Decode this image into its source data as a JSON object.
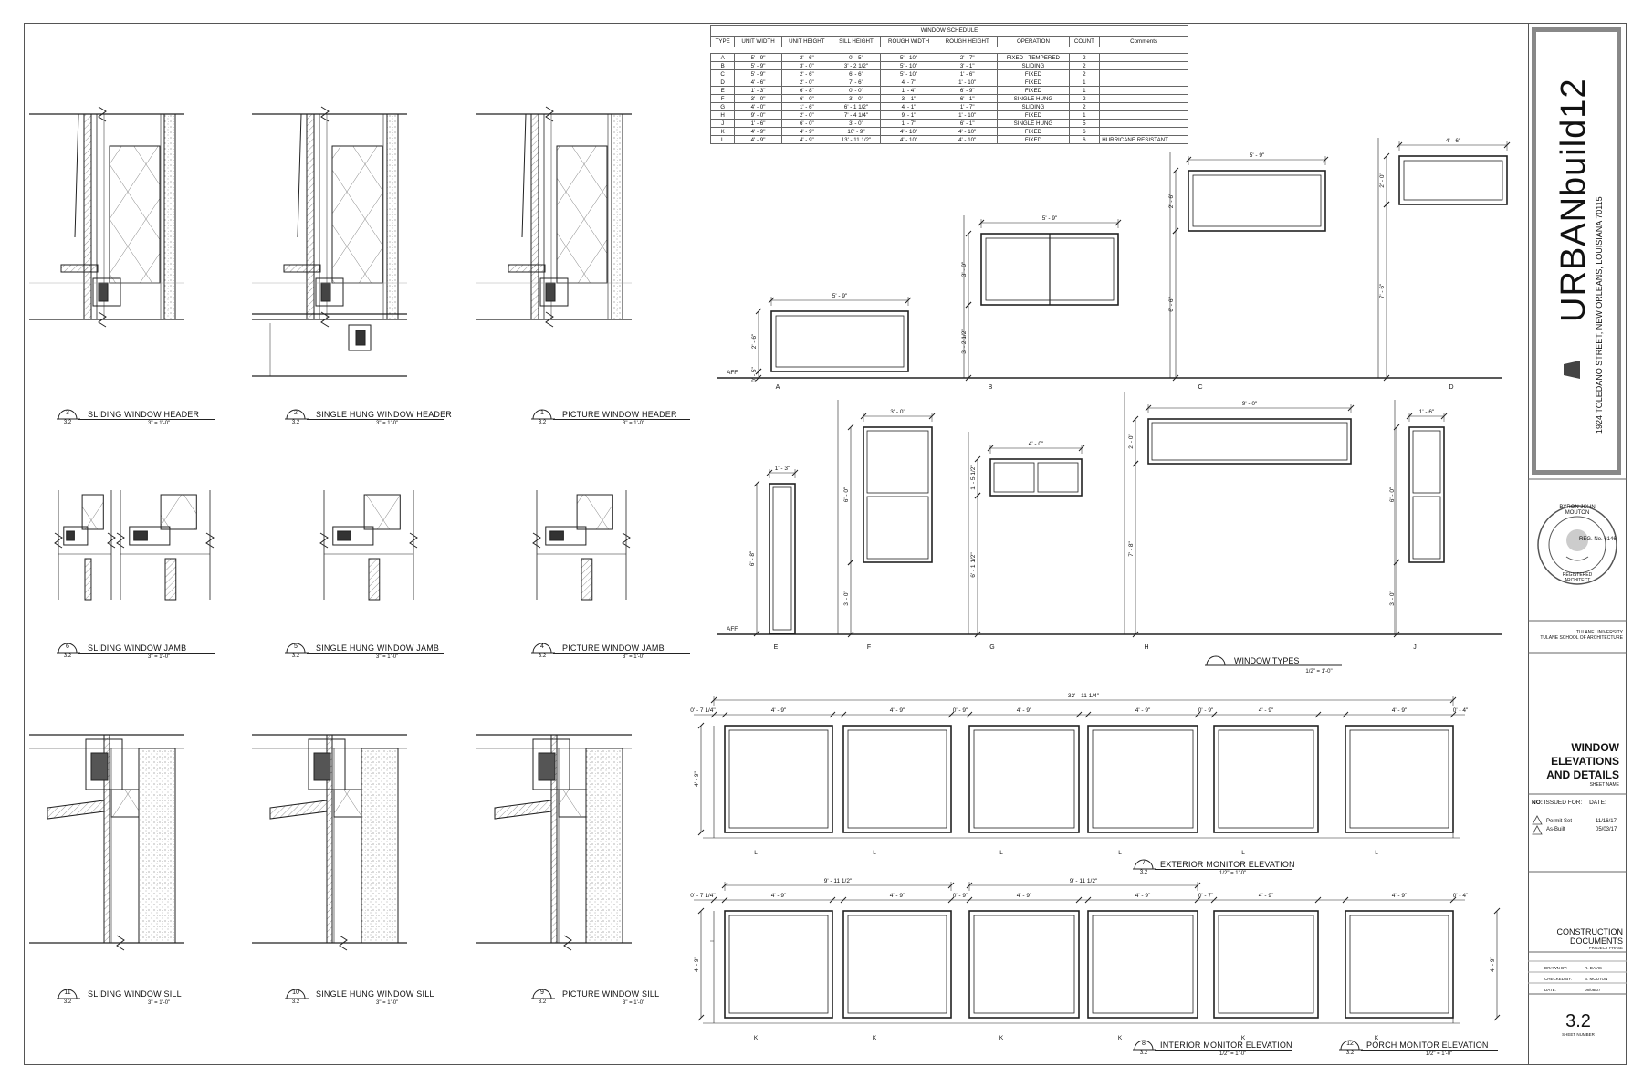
{
  "schedule": {
    "title": "WINDOW SCHEDULE",
    "headers": [
      "TYPE",
      "UNIT WIDTH",
      "UNIT HEIGHT",
      "SILL HEIGHT",
      "ROUGH WIDTH",
      "ROUGH HEIGHT",
      "OPERATION",
      "COUNT",
      "Comments"
    ],
    "rows": [
      [
        "A",
        "5' - 9\"",
        "2' - 6\"",
        "0' - 5\"",
        "5' - 10\"",
        "2' - 7\"",
        "FIXED - TEMPERED",
        "2",
        ""
      ],
      [
        "B",
        "5' - 9\"",
        "3' - 0\"",
        "3' - 2 1/2\"",
        "5' - 10\"",
        "3' - 1\"",
        "SLIDING",
        "2",
        ""
      ],
      [
        "C",
        "5' - 9\"",
        "2' - 6\"",
        "6' - 6\"",
        "5' - 10\"",
        "1' - 6\"",
        "FIXED",
        "2",
        ""
      ],
      [
        "D",
        "4' - 6\"",
        "2' - 0\"",
        "7' - 6\"",
        "4' - 7\"",
        "1' - 10\"",
        "FIXED",
        "1",
        ""
      ],
      [
        "E",
        "1' - 3\"",
        "6' - 8\"",
        "0' - 0\"",
        "1' - 4\"",
        "6' - 9\"",
        "FIXED",
        "1",
        ""
      ],
      [
        "F",
        "3' - 0\"",
        "6' - 0\"",
        "3' - 0\"",
        "3' - 1\"",
        "6' - 1\"",
        "SINGLE HUNG",
        "2",
        ""
      ],
      [
        "G",
        "4' - 0\"",
        "1' - 6\"",
        "6' - 1 1/2\"",
        "4' - 1\"",
        "1' - 7\"",
        "SLIDING",
        "2",
        ""
      ],
      [
        "H",
        "9' - 0\"",
        "2' - 0\"",
        "7' - 4 1/4\"",
        "9' - 1\"",
        "1' - 10\"",
        "FIXED",
        "1",
        ""
      ],
      [
        "J",
        "1' - 6\"",
        "6' - 0\"",
        "3' - 0\"",
        "1' - 7\"",
        "6' - 1\"",
        "SINGLE HUNG",
        "5",
        ""
      ],
      [
        "K",
        "4' - 9\"",
        "4' - 9\"",
        "10' - 9\"",
        "4' - 10\"",
        "4' - 10\"",
        "FIXED",
        "6",
        ""
      ],
      [
        "L",
        "4' - 9\"",
        "4' - 9\"",
        "13' - 11 1/2\"",
        "4' - 10\"",
        "4' - 10\"",
        "FIXED",
        "6",
        "HURRICANE RESISTANT"
      ]
    ]
  },
  "details": [
    {
      "num": "3",
      "sheet": "3.2",
      "title": "SLIDING WINDOW HEADER",
      "scale": "3\" = 1'-0\""
    },
    {
      "num": "2",
      "sheet": "3.2",
      "title": "SINGLE HUNG WINDOW HEADER",
      "scale": "3\" = 1'-0\""
    },
    {
      "num": "1",
      "sheet": "3.2",
      "title": "PICTURE WINDOW HEADER",
      "scale": "3\" = 1'-0\""
    },
    {
      "num": "6",
      "sheet": "3.2",
      "title": "SLIDING WINDOW JAMB",
      "scale": "3\" = 1'-0\""
    },
    {
      "num": "5",
      "sheet": "3.2",
      "title": "SINGLE HUNG WINDOW JAMB",
      "scale": "3\" = 1'-0\""
    },
    {
      "num": "4",
      "sheet": "3.2",
      "title": "PICTURE WINDOW JAMB",
      "scale": "3\" = 1'-0\""
    },
    {
      "num": "11",
      "sheet": "3.2",
      "title": "SLIDING WINDOW SILL",
      "scale": "3\" = 1'-0\""
    },
    {
      "num": "10",
      "sheet": "3.2",
      "title": "SINGLE HUNG WINDOW SILL",
      "scale": "3\" = 1'-0\""
    },
    {
      "num": "9",
      "sheet": "3.2",
      "title": "PICTURE WINDOW SILL",
      "scale": "3\" = 1'-0\""
    }
  ],
  "window_types": {
    "aff": "AFF",
    "row1": [
      {
        "type": "A",
        "width": "5' - 9\"",
        "height": "2' - 6\"",
        "sill": "0' - 5\""
      },
      {
        "type": "B",
        "width": "5' - 9\"",
        "height": "3' - 0\"",
        "sill": "3' - 2 1/2\""
      },
      {
        "type": "C",
        "width": "5' - 9\"",
        "height": "2' - 6\"",
        "sill": "6' - 6\""
      },
      {
        "type": "D",
        "width": "4' - 6\"",
        "height": "2' - 0\"",
        "sill": "7' - 6\""
      }
    ],
    "row2": [
      {
        "type": "E",
        "width": "1' - 3\"",
        "height": "6' - 8\"",
        "sill": ""
      },
      {
        "type": "F",
        "width": "3' - 0\"",
        "height": "6' - 0\"",
        "sill": "3' - 0\""
      },
      {
        "type": "G",
        "width": "4' - 0\"",
        "height": "1' - 5 1/2\"",
        "sill": "6' - 1 1/2\""
      },
      {
        "type": "H",
        "width": "9' - 0\"",
        "height": "2' - 0\"",
        "sill": "7' - 8\""
      },
      {
        "type": "J",
        "width": "1' - 6\"",
        "height": "6' - 0\"",
        "sill": "3' - 0\""
      }
    ],
    "title": "WINDOW TYPES",
    "scale": "1/2\" = 1'-0\""
  },
  "exterior_monitor": {
    "overall": "32' - 11 1/4\"",
    "dims": [
      "0' - 7 1/4\"",
      "4' - 9\"",
      "4' - 9\"",
      "0' - 9\"",
      "4' - 9\"",
      "4' - 9\"",
      "0' - 9\"",
      "4' - 9\"",
      "4' - 9\"",
      "0' - 4\""
    ],
    "height": "4' - 9\"",
    "type": "L",
    "num": "7",
    "sheet": "3.2",
    "title": "EXTERIOR MONITOR ELEVATION",
    "scale": "1/2\" = 1'-0\""
  },
  "interior_monitor": {
    "overall_a": "9' - 11 1/2\"",
    "overall_b": "9' - 11 1/2\"",
    "dims": [
      "0' - 7 1/4\"",
      "4' - 9\"",
      "4' - 9\"",
      "0' - 9\"",
      "4' - 9\"",
      "4' - 9\"",
      "0' - 7\"",
      "4' - 9\"",
      "4' - 9\"",
      "0' - 4\""
    ],
    "height": "4' - 9\"",
    "type": "K",
    "num": "8",
    "sheet": "3.2",
    "title": "INTERIOR MONITOR ELEVATION",
    "scale": "1/2\" = 1'-0\""
  },
  "porch_monitor": {
    "num": "12",
    "sheet": "3.2",
    "title": "PORCH MONITOR ELEVATION",
    "scale": "1/2\" = 1'-0\""
  },
  "title_block": {
    "brand": "URBANbuild12",
    "address": "1924 TOLEDANO STREET, NEW ORLEANS, LOUISIANA 70115",
    "seal_top": "BYRON JOHN MOUTON",
    "seal_reg": "REG. No. 6146",
    "seal_bottom": "REGISTERED ARCHITECT",
    "school_1": "TULANE UNIVERSITY",
    "school_2": "TULANE SCHOOL OF ARCHITECTURE",
    "sheet_name_1": "WINDOW",
    "sheet_name_2": "ELEVATIONS",
    "sheet_name_3": "AND DETAILS",
    "sheet_name_label": "SHEET NAME",
    "issued_hdr_no": "NO:",
    "issued_hdr_for": "ISSUED FOR:",
    "issued_hdr_date": "DATE:",
    "issue_1": "Permit Set",
    "issue_1_date": "11/16/17",
    "issue_2": "As-Built",
    "issue_2_date": "05/03/17",
    "phase_1": "CONSTRUCTION",
    "phase_2": "DOCUMENTS",
    "phase_label": "PROJECT PHASE",
    "drawn_by_label": "DRAWN BY:",
    "drawn_by": "R. DAVIS",
    "checked_by_label": "CHECKED BY:",
    "checked_by": "B. MOUTON",
    "date_label": "DATE:",
    "date": "08/08/07",
    "sheet_number": "3.2",
    "sheet_number_label": "SHEET NUMBER"
  }
}
